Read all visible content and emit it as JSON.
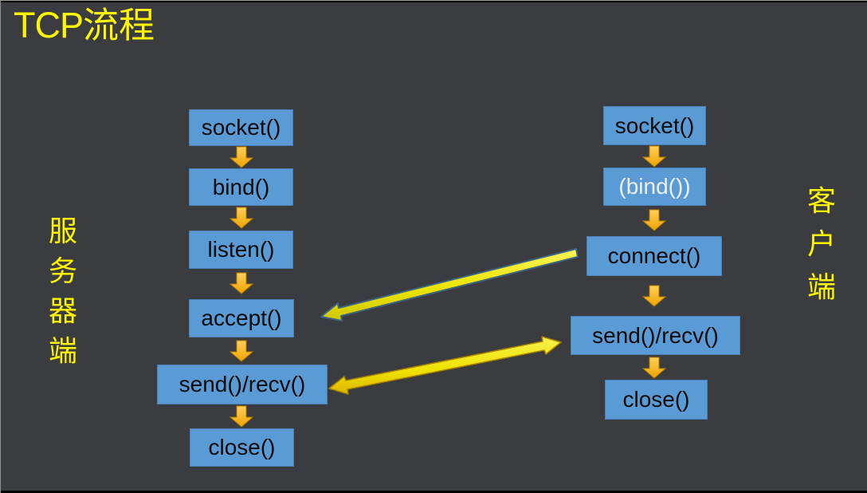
{
  "slide": {
    "title": {
      "latin": "TCP",
      "cjk": "流程"
    },
    "side_labels": {
      "server": "服务器端",
      "client": "客户端"
    }
  },
  "diagram": {
    "server": {
      "steps": [
        "socket()",
        "bind()",
        "listen()",
        "accept()",
        "send()/recv()",
        "close()"
      ]
    },
    "client": {
      "steps": [
        "socket()",
        "(bind())",
        "connect()",
        "send()/recv()",
        "close()"
      ]
    },
    "connections": [
      {
        "from": "client connect()",
        "to": "server accept()",
        "direction": "single"
      },
      {
        "from": "client send()/recv()",
        "to": "server send()/recv()",
        "direction": "bidirectional"
      }
    ]
  },
  "colors": {
    "background": "#3A3C40",
    "box_fill": "#5B9BD5",
    "box_text": "#0B0B0B",
    "client_bind_text": "#EDEFF0",
    "title_text": "#FFF500",
    "side_label_text": "#FFF500",
    "step_arrow": "#FFB900",
    "flow_arrow": "#EDE71A"
  }
}
